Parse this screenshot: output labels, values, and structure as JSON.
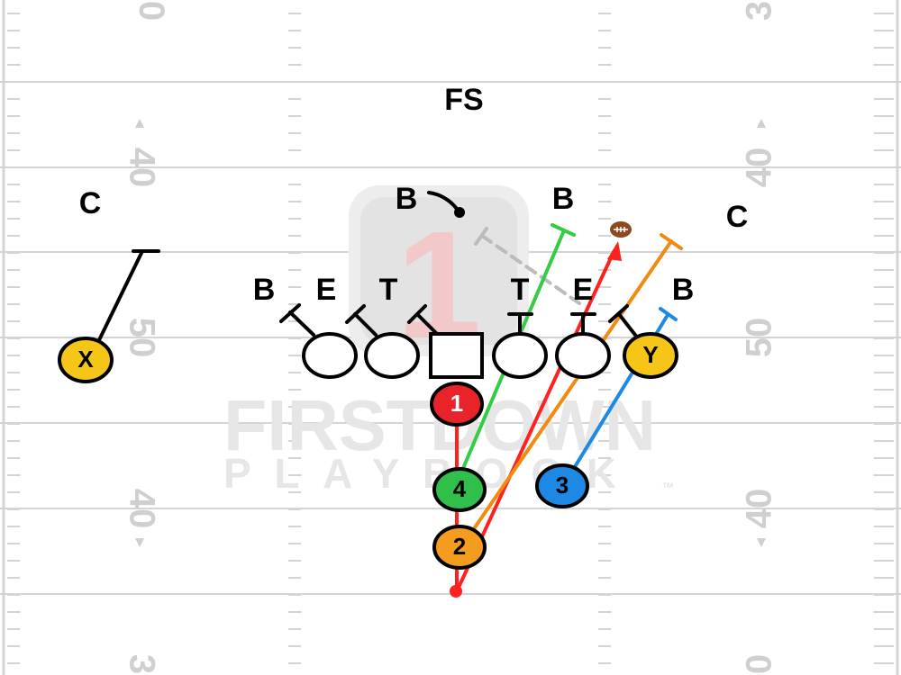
{
  "field": {
    "yard_numbers": {
      "left_top": "0",
      "left_40_upper": "40",
      "left_50": "50",
      "left_40_lower": "40",
      "left_bottom": "3",
      "right_top": "3",
      "right_40_upper": "40",
      "right_50": "50",
      "right_40_lower": "40",
      "right_bottom": "0"
    },
    "colors": {
      "line": "#d4d4d4",
      "number": "#cfcfcf"
    }
  },
  "watermark": {
    "big_text": "FIRSTDOWN",
    "small_text": "PLAYBOOK",
    "trademark": "™",
    "logo_numeral": "1"
  },
  "defense": {
    "free_safety": "FS",
    "corner_left": "C",
    "corner_right": "C",
    "linebacker_left": "B",
    "linebacker_right": "B",
    "line": {
      "b_left": "B",
      "e_left": "E",
      "t_left": "T",
      "t_right": "T",
      "e_right": "E",
      "b_right": "B"
    }
  },
  "offense": {
    "receiver_x": {
      "label": "X",
      "color": "#f5c518"
    },
    "receiver_y": {
      "label": "Y",
      "color": "#f5c518"
    },
    "back_1": {
      "label": "1",
      "color": "#e8232a"
    },
    "back_2": {
      "label": "2",
      "color": "#f39c1f"
    },
    "back_3": {
      "label": "3",
      "color": "#1e88e5"
    },
    "back_4": {
      "label": "4",
      "color": "#2fbf4a"
    }
  },
  "route_colors": {
    "red": "#ff2020",
    "green": "#33cc44",
    "orange": "#f08a10",
    "blue": "#1e88e5",
    "gray_dashed": "#bbbbbb",
    "black": "#000000"
  },
  "icons": [
    "football-icon"
  ]
}
